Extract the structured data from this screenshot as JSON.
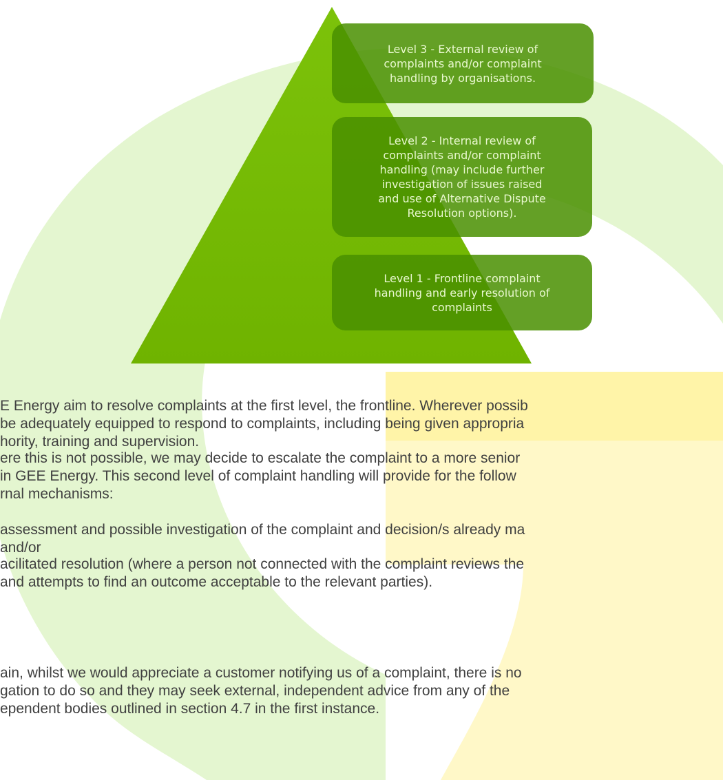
{
  "diagram": {
    "levels": [
      {
        "text": "Level 3 - External review of\ncomplaints and/or complaint\nhandling by organisations."
      },
      {
        "text": "Level 2 - Internal review of\ncomplaints and/or complaint\nhandling (may include further\ninvestigation of issues raised\nand use of Alternative Dispute\nResolution options)."
      },
      {
        "text": "Level 1 - Frontline complaint\nhandling and early resolution of\ncomplaints"
      }
    ],
    "colors": {
      "triangle": "#78bd04",
      "box": "#498f00",
      "box_text": "#e9f8cf"
    }
  },
  "document": {
    "paragraph_1": "E Energy aim to resolve complaints at the first level, the frontline. Wherever possib\nbe adequately equipped to respond to complaints, including being given appropria\nhority, training and supervision.",
    "paragraph_2": "ere this is not possible, we may decide to escalate the complaint to a more senior\nin GEE Energy. This second level of complaint handling will provide for the follow\nrnal mechanisms:",
    "bullet_1": "assessment and possible investigation of the complaint and decision/s already ma\nand/or",
    "bullet_2": "acilitated resolution (where a person not connected with the complaint reviews the\nand attempts to find an outcome acceptable to the relevant parties).",
    "paragraph_3": "ain, whilst we would appreciate a customer notifying us of a complaint, there is no\ngation to do so and they may seek external, independent advice from any of the\nependent bodies outlined in section 4.7 in the first instance."
  },
  "colors": {
    "text": "#404040",
    "watermark_green": "#dff5c8",
    "watermark_yellow": "#fff6c2"
  }
}
